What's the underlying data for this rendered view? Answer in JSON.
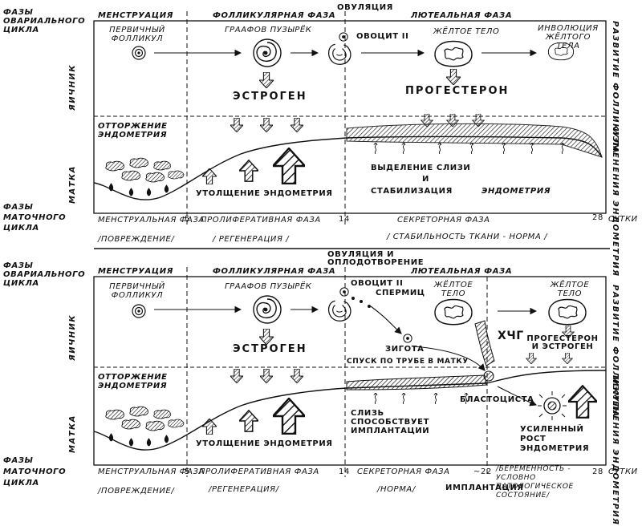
{
  "ovarian_cycle_phases": "ФАЗЫ ОВАРИАЛЬНОГО ЦИКЛА",
  "uterine_cycle_phases": "ФАЗЫ МАТОЧНОГО ЦИКЛА",
  "ovary_label": "ЯИЧНИК",
  "uterus_label": "МАТКА",
  "follicle_development": "РАЗВИТИЕ ФОЛЛИКУЛА",
  "endometrium_changes": "ИЗМЕНЕНИЯ ЭНДОМЕТРИЯ",
  "top": {
    "menstruation": "МЕНСТРУАЦИЯ",
    "follicular_phase": "ФОЛЛИКУЛЯРНАЯ ФАЗА",
    "ovulation": "ОВУЛЯЦИЯ",
    "luteal_phase": "ЛЮТЕАЛЬНАЯ ФАЗА",
    "primary_follicle": "ПЕРВИЧНЫЙ ФОЛЛИКУЛ",
    "graafian_vesicle": "ГРААФОВ ПУЗЫРЁК",
    "oocyte": "ОВОЦИТ II",
    "corpus_luteum": "ЖЁЛТОЕ ТЕЛО",
    "involution": "ИНВОЛЮЦИЯ ЖЁЛТОГО ТЕЛА",
    "estrogen": "ЭСТРОГЕН",
    "progesterone": "ПРОГЕСТЕРОН",
    "endometrium_rejection": "ОТТОРЖЕНИЕ ЭНДОМЕТРИЯ",
    "mucus_secretion": "ВЫДЕЛЕНИЕ СЛИЗИ",
    "and": "И",
    "stabilization": "СТАБИЛИЗАЦИЯ",
    "endometrium": "ЭНДОМЕТРИЯ",
    "thickening": "УТОЛЩЕНИЕ ЭНДОМЕТРИЯ",
    "menstrual_phase": "МЕНСТРУАЛЬНАЯ ФАЗА",
    "damage": "/ПОВРЕЖДЕНИЕ/",
    "day5": "5",
    "proliferative_phase": "ПРОЛИФЕРАТИВНАЯ ФАЗА",
    "regeneration": "/ РЕГЕНЕРАЦИЯ /",
    "day14": "14",
    "secretory_phase": "СЕКРЕТОРНАЯ ФАЗА",
    "stability": "/ СТАБИЛЬНОСТЬ ТКАНИ - НОРМА /",
    "day28": "28",
    "days": "СУТКИ"
  },
  "bottom": {
    "menstruation": "МЕНСТРУАЦИЯ",
    "follicular_phase": "ФОЛЛИКУЛЯРНАЯ ФАЗА",
    "ovulation_fertilization": "ОВУЛЯЦИЯ И ОПЛОДОТВОРЕНИЕ",
    "luteal_phase": "ЛЮТЕАЛЬНАЯ ФАЗА",
    "primary_follicle": "ПЕРВИЧНЫЙ ФОЛЛИКУЛ",
    "graafian_vesicle": "ГРААФОВ ПУЗЫРЁК",
    "oocyte": "ОВОЦИТ II",
    "sperm": "СПЕРМИЦ",
    "corpus_luteum": "ЖЁЛТОЕ ТЕЛО",
    "corpus_luteum2": "ЖЁЛТОЕ ТЕЛО",
    "hcg": "ХЧГ",
    "zygote": "ЗИГОТА",
    "prog_estr": "ПРОГЕСТЕРОН И ЭСТРОГЕН",
    "estrogen": "ЭСТРОГЕН",
    "descent": "СПУСК ПО ТРУБЕ В МАТКУ",
    "endometrium_rejection": "ОТТОРЖЕНИЕ ЭНДОМЕТРИЯ",
    "blastocyst": "БЛАСТОЦИСТА",
    "mucus_implant": "СЛИЗЬ СПОСОБСТВУЕТ ИМПЛАНТАЦИИ",
    "enhanced_growth": "УСИЛЕННЫЙ РОСТ ЭНДОМЕТРИЯ",
    "thickening": "УТОЛЩЕНИЕ ЭНДОМЕТРИЯ",
    "menstrual_phase": "МЕНСТРУАЛЬНАЯ ФАЗА",
    "damage": "/ПОВРЕЖДЕНИЕ/",
    "day5": "5",
    "proliferative_phase": "ПРОЛИФЕРАТИВНАЯ ФАЗА",
    "regeneration": "/РЕГЕНЕРАЦИЯ/",
    "day14": "14",
    "secretory_phase": "СЕКРЕТОРНАЯ ФАЗА",
    "norm": "/НОРМА/",
    "day22": "~22",
    "implantation": "ИМПЛАНТАЦИЯ",
    "pregnancy": "/БЕРЕМЕННОСТЬ - УСЛОВНО ПАТОЛОГИЧЕСКОЕ СОСТОЯНИЕ/",
    "day28": "28",
    "days": "СУТКИ"
  }
}
